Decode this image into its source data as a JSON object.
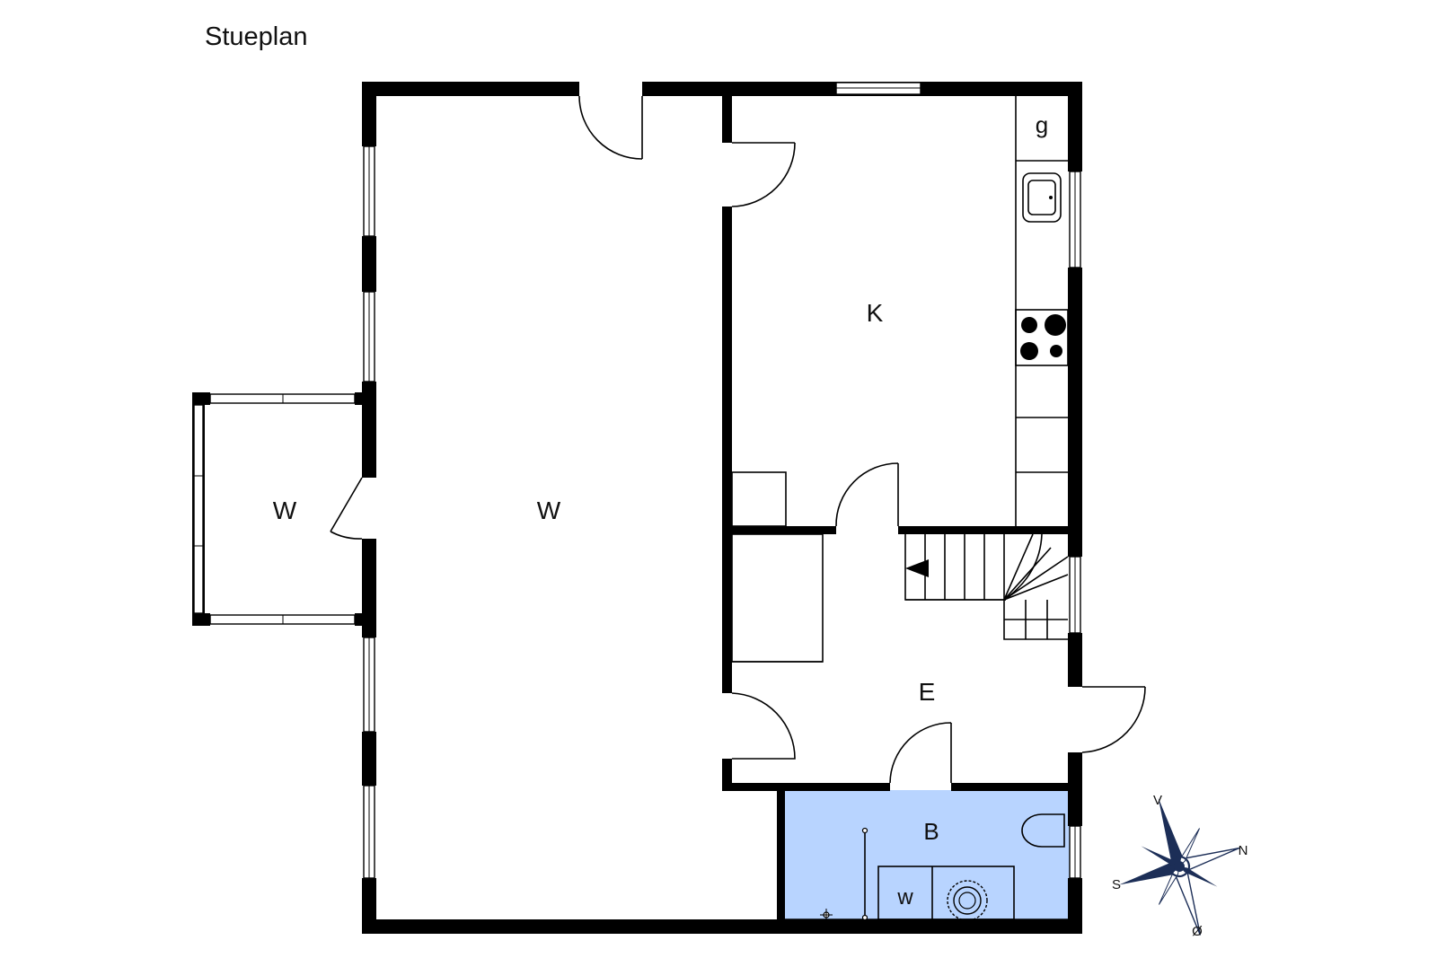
{
  "plan": {
    "title": "Stueplan",
    "colors": {
      "wall": "#000000",
      "bathroom": "#b8d4ff",
      "compass": "#1c2e57"
    },
    "rooms": [
      {
        "id": "living-main",
        "label": "W"
      },
      {
        "id": "bay",
        "label": "W"
      },
      {
        "id": "kitchen",
        "label": "K"
      },
      {
        "id": "kitchen-fridge",
        "label": "g"
      },
      {
        "id": "entry",
        "label": "E"
      },
      {
        "id": "bathroom",
        "label": "B"
      },
      {
        "id": "washer",
        "label": "w"
      }
    ],
    "compass": {
      "north": "N",
      "south": "S",
      "east": "Ø",
      "west": "V"
    }
  }
}
